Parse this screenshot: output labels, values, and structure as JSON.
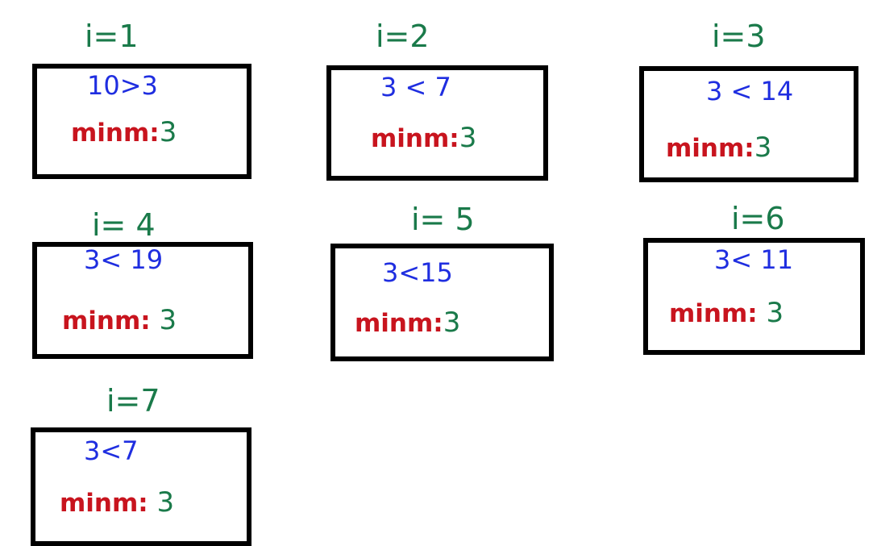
{
  "colors": {
    "iteration": "#1a7a4a",
    "comparison": "#1f2ee0",
    "min_key": "#c8141e",
    "min_value": "#1a7a4a",
    "box_border": "#000000"
  },
  "steps": [
    {
      "iter": "i=1",
      "comparison": "10>3",
      "min_key": "minm:",
      "min_value": "3"
    },
    {
      "iter": "i=2",
      "comparison": "3 < 7",
      "min_key": "minm:",
      "min_value": "3"
    },
    {
      "iter": "i=3",
      "comparison": "3 < 14",
      "min_key": "minm:",
      "min_value": "3"
    },
    {
      "iter": "i= 4",
      "comparison": "3< 19",
      "min_key": "minm:",
      "min_value": " 3"
    },
    {
      "iter": "i= 5",
      "comparison": "3<15",
      "min_key": "minm:",
      "min_value": "3"
    },
    {
      "iter": "i=6",
      "comparison": "3< 11",
      "min_key": "minm:",
      "min_value": " 3"
    },
    {
      "iter": "i=7",
      "comparison": "3<7",
      "min_key": "minm:",
      "min_value": " 3"
    }
  ]
}
